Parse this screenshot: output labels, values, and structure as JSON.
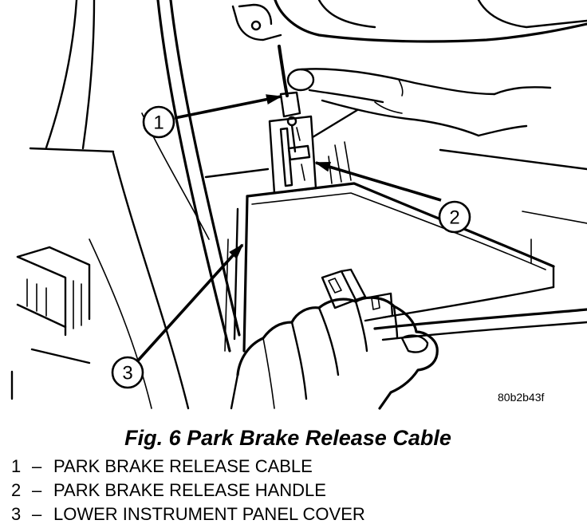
{
  "figure": {
    "callouts": [
      {
        "number": "1"
      },
      {
        "number": "2"
      },
      {
        "number": "3"
      }
    ],
    "image_code": "80b2b43f"
  },
  "caption": "Fig. 6 Park Brake Release Cable",
  "legend": [
    {
      "number": "1",
      "separator": "–",
      "text": "PARK BRAKE RELEASE CABLE"
    },
    {
      "number": "2",
      "separator": "–",
      "text": "PARK BRAKE RELEASE HANDLE"
    },
    {
      "number": "3",
      "separator": "–",
      "text": "LOWER INSTRUMENT PANEL COVER"
    }
  ]
}
